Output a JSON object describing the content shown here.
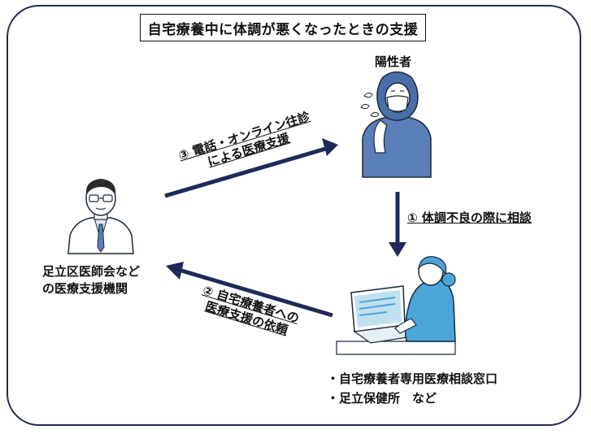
{
  "title": "自宅療養中に体調が悪くなったときの支援",
  "nodes": {
    "patient": "陽性者",
    "doctor": [
      "足立区医師会など",
      "の医療支援機関"
    ],
    "consult": [
      "・自宅療養者専用医療相談窓口",
      "・足立保健所　など"
    ]
  },
  "steps": {
    "step1": "①  体調不良の際に相談",
    "step2": [
      "②  自宅療養者への",
      "医療支援の依頼"
    ],
    "step3": [
      "③  電話・オンライン往診",
      "による医療支援"
    ]
  },
  "colors": {
    "frame": "#1f2a5a",
    "arrow": "#1f2a5a",
    "patient_fill": "#5b7fb8",
    "staff_fill": "#4aa5d8"
  }
}
